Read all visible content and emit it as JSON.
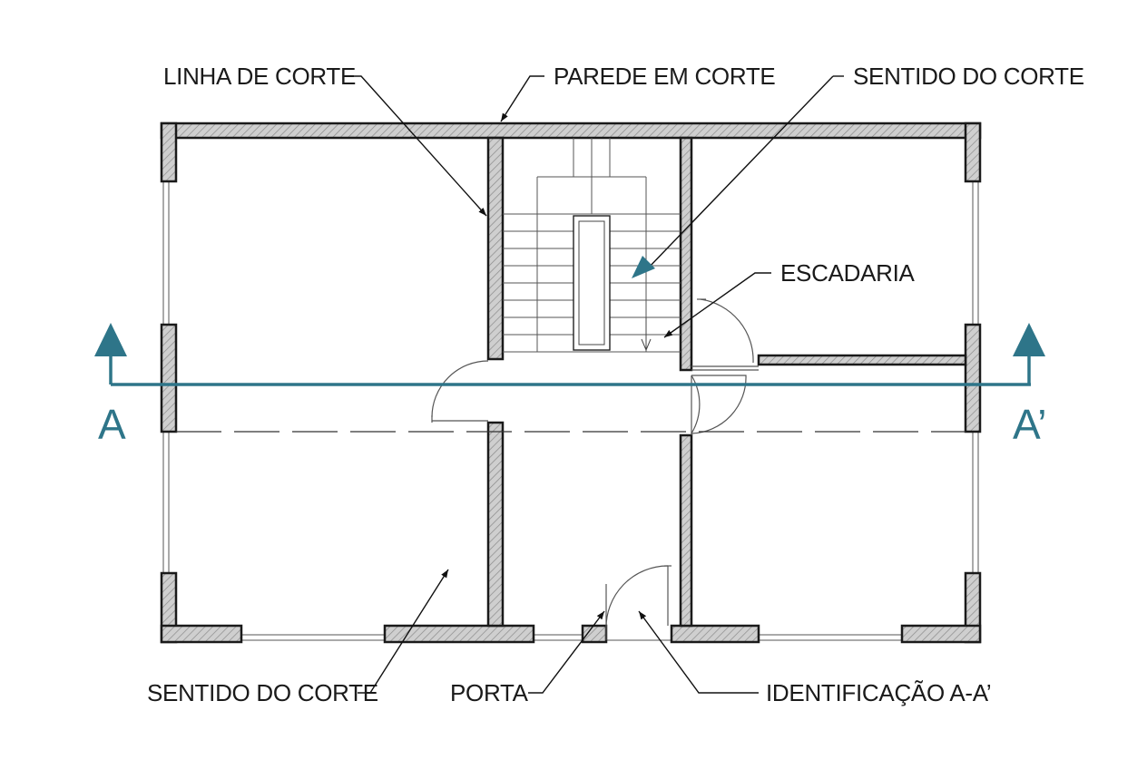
{
  "labels": {
    "linha_de_corte": "LINHA DE CORTE",
    "parede_em_corte": "PAREDE EM CORTE",
    "sentido_do_corte_top": "SENTIDO DO CORTE",
    "escadaria": "ESCADARIA",
    "sentido_do_corte_bottom": "SENTIDO DO CORTE",
    "porta": "PORTA",
    "identificacao": "IDENTIFICAÇÃO A-A’"
  },
  "section": {
    "left_letter": "A",
    "right_letter": "A’"
  },
  "colors": {
    "section_line": "#2e7589",
    "wall_fill": "#c8c8c8",
    "wall_stroke": "#1a1a1a",
    "text": "#1a1a1a"
  }
}
